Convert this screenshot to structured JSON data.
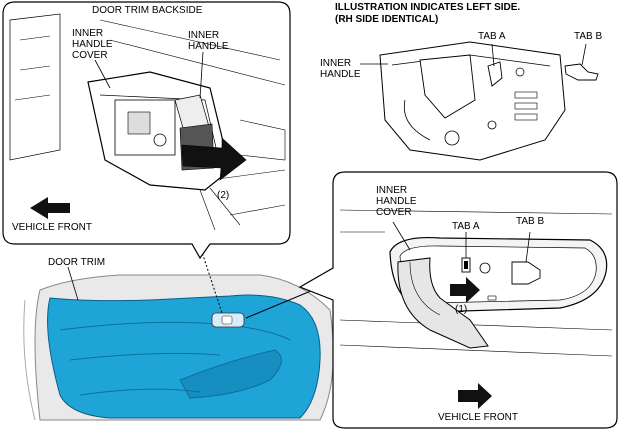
{
  "header": {
    "note_line1": "ILLUSTRATION INDICATES LEFT SIDE.",
    "note_line2": "(RH SIDE IDENTICAL)"
  },
  "callouts": {
    "door_trim_backside": "DOOR TRIM BACKSIDE",
    "inner_handle_cover_top": "INNER\nHANDLE\nCOVER",
    "inner_handle_top": "INNER\nHANDLE",
    "step2": "(2)",
    "vehicle_front_left": "VEHICLE FRONT",
    "door_trim": "DOOR TRIM",
    "inner_handle_right": "INNER\nHANDLE",
    "tab_a_top": "TAB A",
    "tab_b_top": "TAB B",
    "inner_handle_cover_right": "INNER\nHANDLE\nCOVER",
    "tab_a_detail": "TAB A",
    "tab_b_detail": "TAB B",
    "step1": "(1)",
    "vehicle_front_right": "VEHICLE FRONT"
  },
  "colors": {
    "door_trim_fill": "#1fa4d8",
    "line": "#000000",
    "panel_bg": "#ffffff"
  }
}
